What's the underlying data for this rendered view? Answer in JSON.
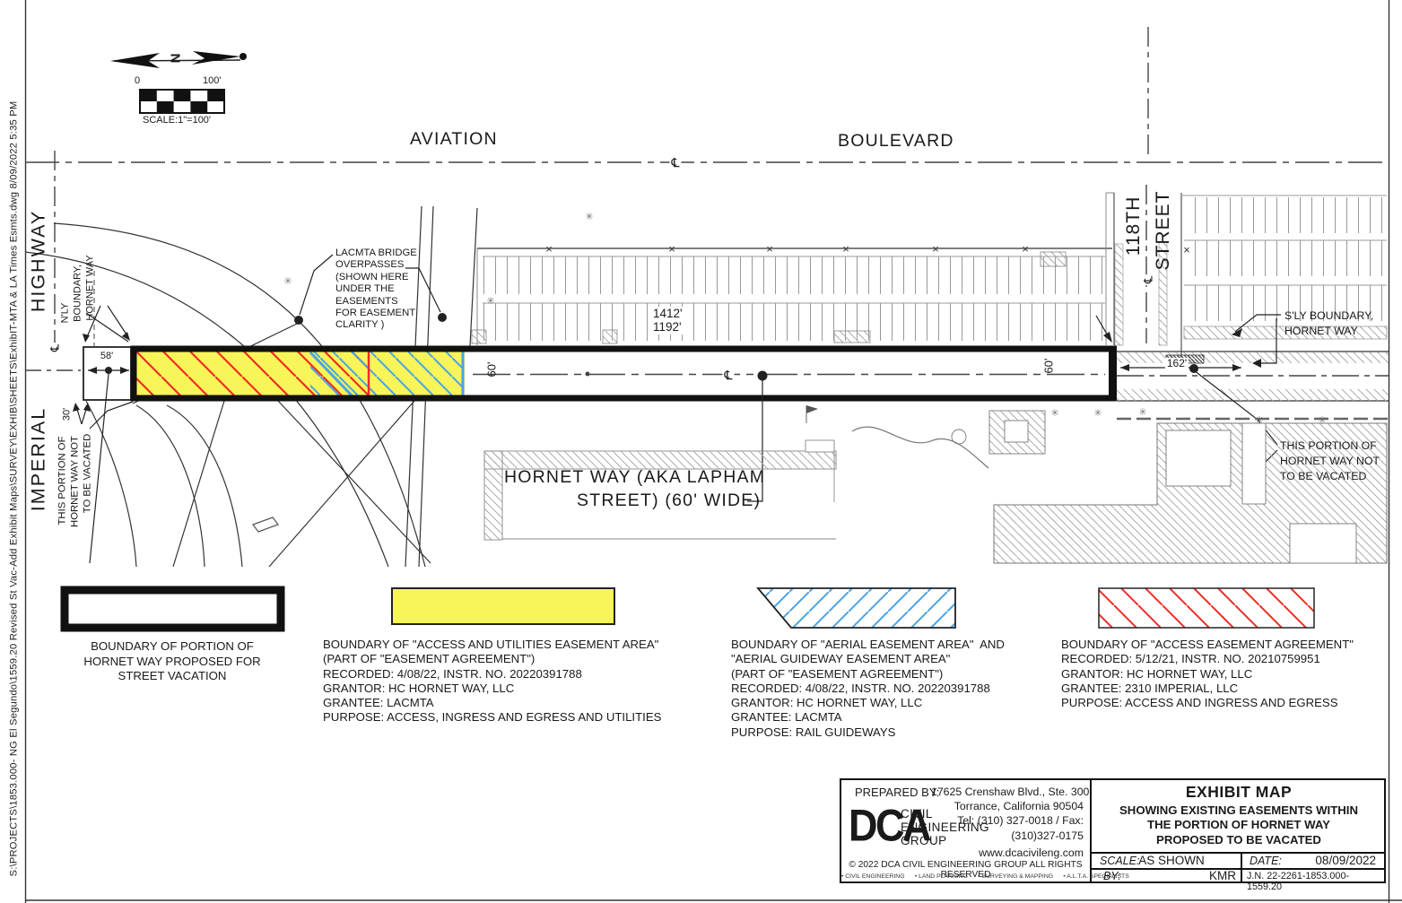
{
  "margin": {
    "stamp": "S:\\PROJECTS\\1853.000-  NG El Segundo\\1559.20 Revised St Vac-Add Exhibit Maps\\SURVEY\\EXHIB\\SHEETS\\ExhibIT-MTA & LA Times Esmts.dwg  8/09/2022  5:35 PM"
  },
  "compass": {
    "north": "N"
  },
  "scale_bar": {
    "start": "0",
    "end": "100'",
    "caption": "SCALE:1\"=100'"
  },
  "streets": {
    "aviation": "AVIATION",
    "boulevard": "BOULEVARD",
    "imperial": "IMPERIAL",
    "highway": "HIGHWAY",
    "st118_1": "118TH",
    "st118_2": "STREET",
    "hornet_1": "HORNET WAY (AKA LAPHAM",
    "hornet_2": "STREET) (60' WIDE)"
  },
  "cl": "℄",
  "symbols": {
    "star": "✳",
    "x_mark": "×"
  },
  "dims": {
    "d58": "58'",
    "d30": "30'",
    "d60a": "60'",
    "d60b": "60'",
    "d162": "162'",
    "d1412": "1412'",
    "d1192": "1192'"
  },
  "notes": {
    "lacmta": [
      "LACMTA BRIDGE",
      "OVERPASSES",
      "(SHOWN HERE",
      "UNDER THE",
      "EASEMENTS",
      "FOR EASEMENT",
      "CLARITY )"
    ],
    "nly": [
      "N'LY",
      "BOUNDARY,",
      "HORNET WAY"
    ],
    "sly": [
      "S'LY BOUNDARY,",
      "HORNET WAY"
    ],
    "not_vac_left": [
      "THIS PORTION OF",
      "HORNET WAY NOT",
      "TO BE VACATED"
    ],
    "not_vac_right": [
      "THIS PORTION OF",
      "HORNET WAY NOT",
      "TO BE VACATED"
    ]
  },
  "legend": {
    "items": [
      {
        "swatch": "black-outline-rectangle",
        "lines": [
          "BOUNDARY OF PORTION OF",
          "HORNET WAY PROPOSED FOR",
          "STREET VACATION"
        ]
      },
      {
        "swatch": "yellow-fill-rectangle",
        "lines": [
          "BOUNDARY OF \"ACCESS AND UTILITIES EASEMENT AREA\"",
          "(PART OF \"EASEMENT AGREEMENT\")",
          "RECORDED: 4/08/22, INSTR. NO. 20220391788",
          "GRANTOR: HC HORNET WAY, LLC",
          "GRANTEE: LACMTA",
          "PURPOSE: ACCESS, INGRESS AND EGRESS AND UTILITIES"
        ]
      },
      {
        "swatch": "blue-hatch-trapezoid",
        "lines": [
          "BOUNDARY OF \"AERIAL EASEMENT AREA\"  AND",
          "\"AERIAL GUIDEWAY EASEMENT AREA\"",
          "(PART OF \"EASEMENT AGREEMENT\")",
          "RECORDED: 4/08/22, INSTR. NO. 20220391788",
          "GRANTOR: HC HORNET WAY, LLC",
          "GRANTEE: LACMTA",
          "PURPOSE: RAIL GUIDEWAYS"
        ]
      },
      {
        "swatch": "red-hatch-rectangle",
        "lines": [
          "BOUNDARY OF \"ACCESS EASEMENT AGREEMENT\"",
          "RECORDED: 5/12/21, INSTR. NO. 20210759951",
          "GRANTOR: HC HORNET WAY, LLC",
          "GRANTEE: 2310 IMPERIAL, LLC",
          "PURPOSE: ACCESS AND INGRESS AND EGRESS"
        ]
      }
    ]
  },
  "title_block": {
    "prepared_by": "PREPARED BY:",
    "logo": {
      "dca": "DCA",
      "l1": "CIVIL",
      "l2": "ENGINEERING",
      "l3": "GROUP"
    },
    "address": [
      "17625 Crenshaw Blvd., Ste. 300",
      "Torrance, California 90504",
      "Tel: (310) 327-0018 / Fax:",
      "(310)327-0175"
    ],
    "website": "www.dcacivileng.com",
    "copyright": "© 2022 DCA CIVIL ENGINEERING GROUP ALL RIGHTS RESERVED",
    "services": "• CIVIL ENGINEERING      • LAND PLANNING      • SURVEYING & MAPPING      • A.L.T.A. SPECIALISTS",
    "map_title": "EXHIBIT MAP",
    "subtitle": [
      "SHOWING EXISTING EASEMENTS WITHIN",
      "THE PORTION OF HORNET WAY",
      "PROPOSED TO BE VACATED"
    ],
    "scale_label": "SCALE:",
    "scale_value": "AS SHOWN",
    "date_label": "DATE:",
    "date_value": "08/09/2022",
    "by_label": "BY:",
    "by_value": "KMR",
    "jn_value": "J.N. 22-2261-1853.000-1559.20"
  },
  "colors": {
    "yellow": "#f8f558",
    "red": "#ee2d23",
    "blue": "#4aa3e8",
    "line": "#1a1a1a",
    "gray": "#8a8a8a"
  }
}
